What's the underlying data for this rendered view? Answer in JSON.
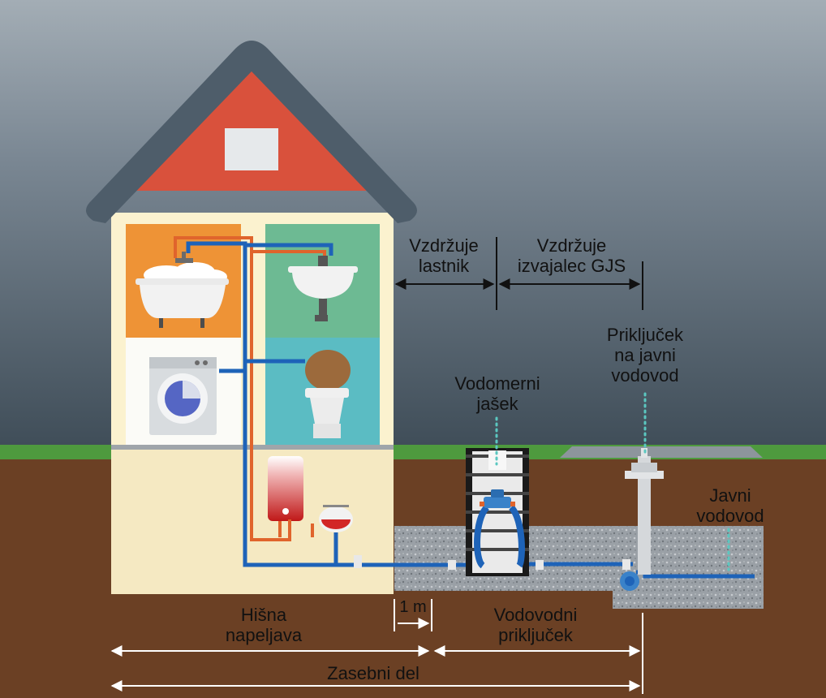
{
  "labels": {
    "owner_maintains": [
      "Vzdržuje",
      "lastnik"
    ],
    "operator_maintains": [
      "Vzdržuje",
      "izvajalec GJS"
    ],
    "public_connection": [
      "Priključek",
      "na javni",
      "vodovod"
    ],
    "meter_shaft": [
      "Vodomerni",
      "jašek"
    ],
    "public_main": [
      "Javni",
      "vodovod"
    ],
    "house_installation": [
      "Hišna",
      "napeljava"
    ],
    "one_meter": "1 m",
    "water_connection": [
      "Vodovodni",
      "priključek"
    ],
    "private_part": "Zasebni del"
  },
  "colors": {
    "sky_top": "#a3adb5",
    "sky_bottom": "#3e4c57",
    "grass": "#4e9a3e",
    "soil": "#6b4024",
    "gravel": "#9aa0a6",
    "roof": "#4e5d6a",
    "gable": "#d9513c",
    "wall": "#fbf2cf",
    "bathroom": "#ee9336",
    "kitchen_sink_room": "#6dba93",
    "toilet_room": "#5bbcc3",
    "cold_water_pipe": "#1e63b8",
    "hot_water_pipe": "#e0642c",
    "arrow": "#ffffff",
    "dotted_leader": "#5bc7c0"
  }
}
